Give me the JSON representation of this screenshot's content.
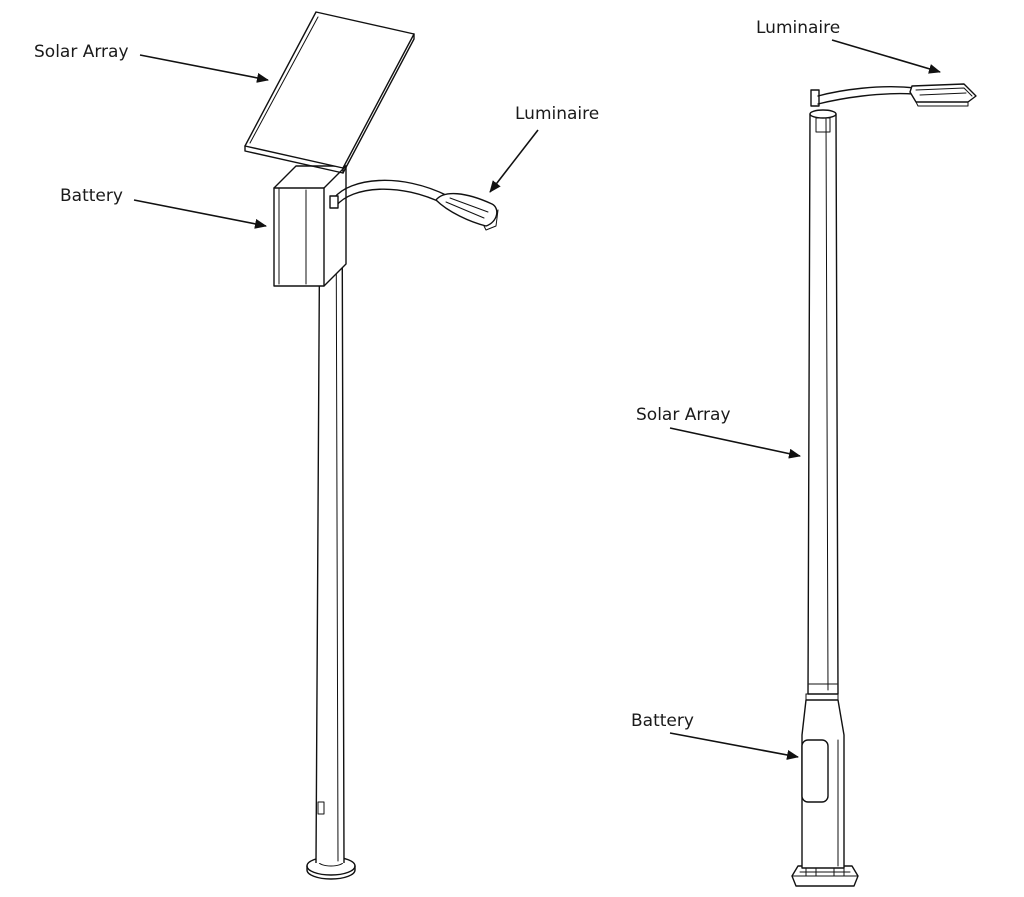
{
  "left_pole": {
    "labels": {
      "solar_array": "Solar Array",
      "luminaire": "Luminaire",
      "battery": "Battery"
    }
  },
  "right_pole": {
    "labels": {
      "luminaire": "Luminaire",
      "solar_array": "Solar Array",
      "battery": "Battery"
    }
  }
}
